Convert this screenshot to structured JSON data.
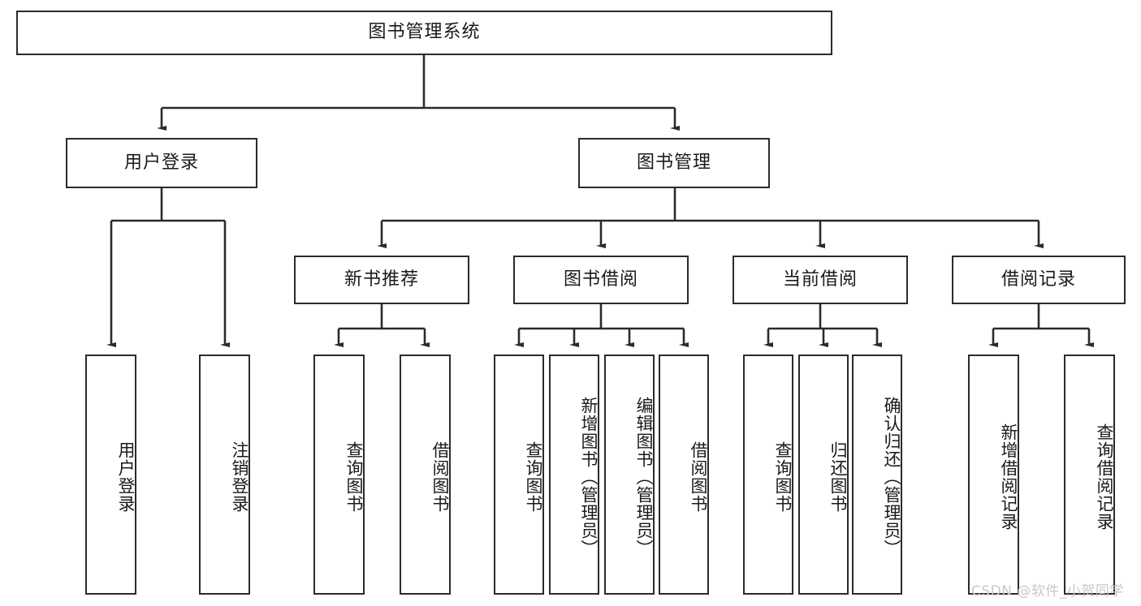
{
  "diagram": {
    "title": "图书管理系统",
    "type": "tree-hierarchy-diagram",
    "root": {
      "id": "root",
      "label": "图书管理系统"
    },
    "level2": [
      {
        "id": "user-login",
        "label": "用户登录"
      },
      {
        "id": "book-manage",
        "label": "图书管理"
      }
    ],
    "level3": [
      {
        "id": "new-book-rec",
        "label": "新书推荐",
        "parent": "book-manage"
      },
      {
        "id": "book-borrow",
        "label": "图书借阅",
        "parent": "book-manage"
      },
      {
        "id": "current-borrow",
        "label": "当前借阅",
        "parent": "book-manage"
      },
      {
        "id": "borrow-record",
        "label": "借阅记录",
        "parent": "book-manage"
      }
    ],
    "leaves": {
      "user-login": [
        {
          "id": "leaf-user-login",
          "label": "用户登录"
        },
        {
          "id": "leaf-user-logout",
          "label": "注销登录"
        }
      ],
      "new-book-rec": [
        {
          "id": "leaf-query-book-1",
          "label": "查询图书"
        },
        {
          "id": "leaf-borrow-book-1",
          "label": "借阅图书"
        }
      ],
      "book-borrow": [
        {
          "id": "leaf-query-book-2",
          "label": "查询图书"
        },
        {
          "id": "leaf-add-book",
          "label": "新增图书（管理员）"
        },
        {
          "id": "leaf-edit-book",
          "label": "编辑图书（管理员）"
        },
        {
          "id": "leaf-borrow-book-2",
          "label": "借阅图书"
        }
      ],
      "current-borrow": [
        {
          "id": "leaf-query-book-3",
          "label": "查询图书"
        },
        {
          "id": "leaf-return-book",
          "label": "归还图书"
        },
        {
          "id": "leaf-confirm-return",
          "label": "确认归还（管理员）"
        }
      ],
      "borrow-record": [
        {
          "id": "leaf-add-record",
          "label": "新增借阅记录"
        },
        {
          "id": "leaf-query-record",
          "label": "查询借阅记录"
        }
      ]
    }
  },
  "watermark": {
    "text": "CSDN @软件_小贺同学"
  },
  "colors": {
    "stroke": "#2b2b2b",
    "background": "#ffffff",
    "text": "#1a1a1a",
    "watermark": "#c8c8c8"
  }
}
